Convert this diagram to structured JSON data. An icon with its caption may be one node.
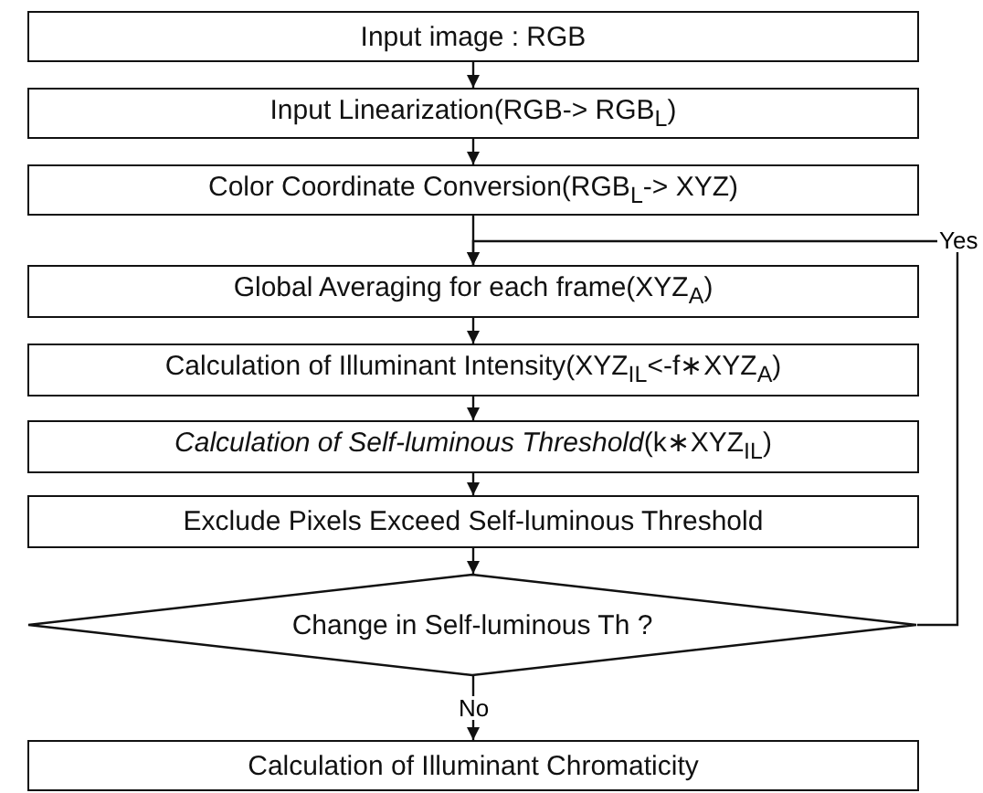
{
  "diagram": {
    "nodes": [
      {
        "text": [
          "Input image : RGB"
        ]
      },
      {
        "text": [
          "Input Linearization(RGB-> RGB$_{L}$)"
        ]
      },
      {
        "text": [
          "Color Coordinate Conversion(RGB$_{L}$-> XYZ)"
        ]
      },
      {
        "text": [
          "Global Averaging for each frame(XYZ$_{A}$)"
        ]
      },
      {
        "text": [
          "Calculation of Illuminant Intensity(XYZ$_{IL}$<-f∗XYZ$_{A}$)"
        ]
      },
      {
        "text": [
          "*Calculation of Self-luminous Threshold*(k∗XYZ$_{IL}$)"
        ]
      },
      {
        "text": [
          "Exclude Pixels Exceed Self-luminous Threshold"
        ]
      },
      {
        "text": [
          "Change in Self-luminous Th ?"
        ]
      },
      {
        "text": [
          "Calculation of Illuminant Chromaticity"
        ]
      }
    ],
    "edges": [
      {
        "from": 0,
        "to": 1,
        "arrow": "to"
      },
      {
        "from": 1,
        "to": 2,
        "arrow": "to"
      },
      {
        "from": 2,
        "to": 3,
        "arrow": "to"
      },
      {
        "from": 3,
        "to": 4,
        "arrow": "to"
      },
      {
        "from": 4,
        "to": 5,
        "arrow": "to"
      },
      {
        "from": 5,
        "to": 6,
        "arrow": "to"
      },
      {
        "from": 6,
        "to": 7,
        "arrow": "to"
      },
      {
        "from": 7,
        "to": 3,
        "arrow": "to",
        "label": "Yes"
      },
      {
        "from": 7,
        "to": 8,
        "arrow": "to",
        "label": "No"
      }
    ]
  }
}
